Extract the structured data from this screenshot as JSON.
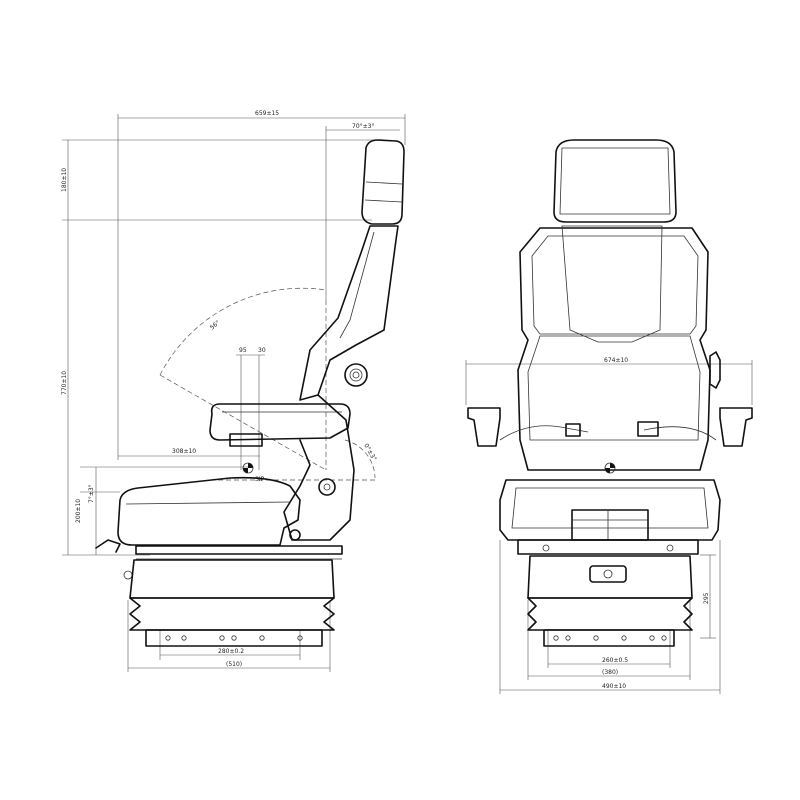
{
  "side_view": {
    "dims": {
      "overall_length": "659±15",
      "backrest_angle": "70°±3°",
      "headrest_height": "180±10",
      "total_height": "770±10",
      "recline_angle": "56°",
      "dim_a": "95",
      "dim_b": "30",
      "seat_depth": "308±10",
      "armrest_angle": "0°±3°",
      "seat_tilt": "7°±3°",
      "seat_height": "200±10",
      "sip_label": "SIP",
      "mount_width": "280±0.2",
      "base_width": "(510)"
    }
  },
  "front_view": {
    "dims": {
      "armrest_width": "674±10",
      "base_height": "295",
      "mount_width": "260±0.5",
      "base_width": "(380)",
      "overall_width": "490±10"
    }
  }
}
